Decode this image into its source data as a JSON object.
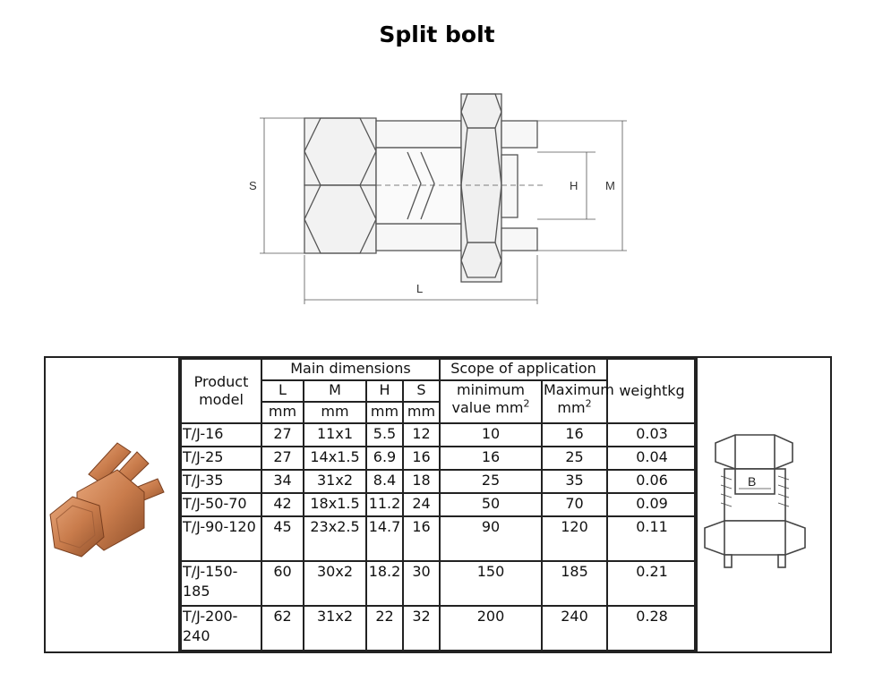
{
  "title": "Split bolt",
  "drawing_labels": {
    "s": "S",
    "h": "H",
    "m": "M",
    "l": "L"
  },
  "side_drawing_label": "B",
  "table": {
    "header": {
      "product_model": "Product model",
      "main_dimensions": "Main dimensions",
      "scope": "Scope of application",
      "weight": "weightkg",
      "L": "L",
      "M": "M",
      "H": "H",
      "S": "S",
      "unit_mm": "mm",
      "minimum": "minimum value mm",
      "maximum": "Maximum mm",
      "sup": "2"
    },
    "rows": [
      {
        "model": "T/J-16",
        "L": "27",
        "M": "11x1",
        "H": "5.5",
        "S": "12",
        "min": "10",
        "max": "16",
        "weight": "0.03"
      },
      {
        "model": "T/J-25",
        "L": "27",
        "M": "14x1.5",
        "H": "6.9",
        "S": "16",
        "min": "16",
        "max": "25",
        "weight": "0.04"
      },
      {
        "model": "T/J-35",
        "L": "34",
        "M": "31x2",
        "H": "8.4",
        "S": "18",
        "min": "25",
        "max": "35",
        "weight": "0.06"
      },
      {
        "model": "T/J-50-70",
        "L": "42",
        "M": "18x1.5",
        "H": "11.2",
        "S": "24",
        "min": "50",
        "max": "70",
        "weight": "0.09"
      },
      {
        "model": "T/J-90-120",
        "L": "45",
        "M": "23x2.5",
        "H": "14.7",
        "S": "16",
        "min": "90",
        "max": "120",
        "weight": "0.11"
      },
      {
        "model": "T/J-150-185",
        "L": "60",
        "M": "30x2",
        "H": "18.2",
        "S": "30",
        "min": "150",
        "max": "185",
        "weight": "0.21"
      },
      {
        "model": "T/J-200-240",
        "L": "62",
        "M": "31x2",
        "H": "22",
        "S": "32",
        "min": "200",
        "max": "240",
        "weight": "0.28"
      }
    ]
  }
}
